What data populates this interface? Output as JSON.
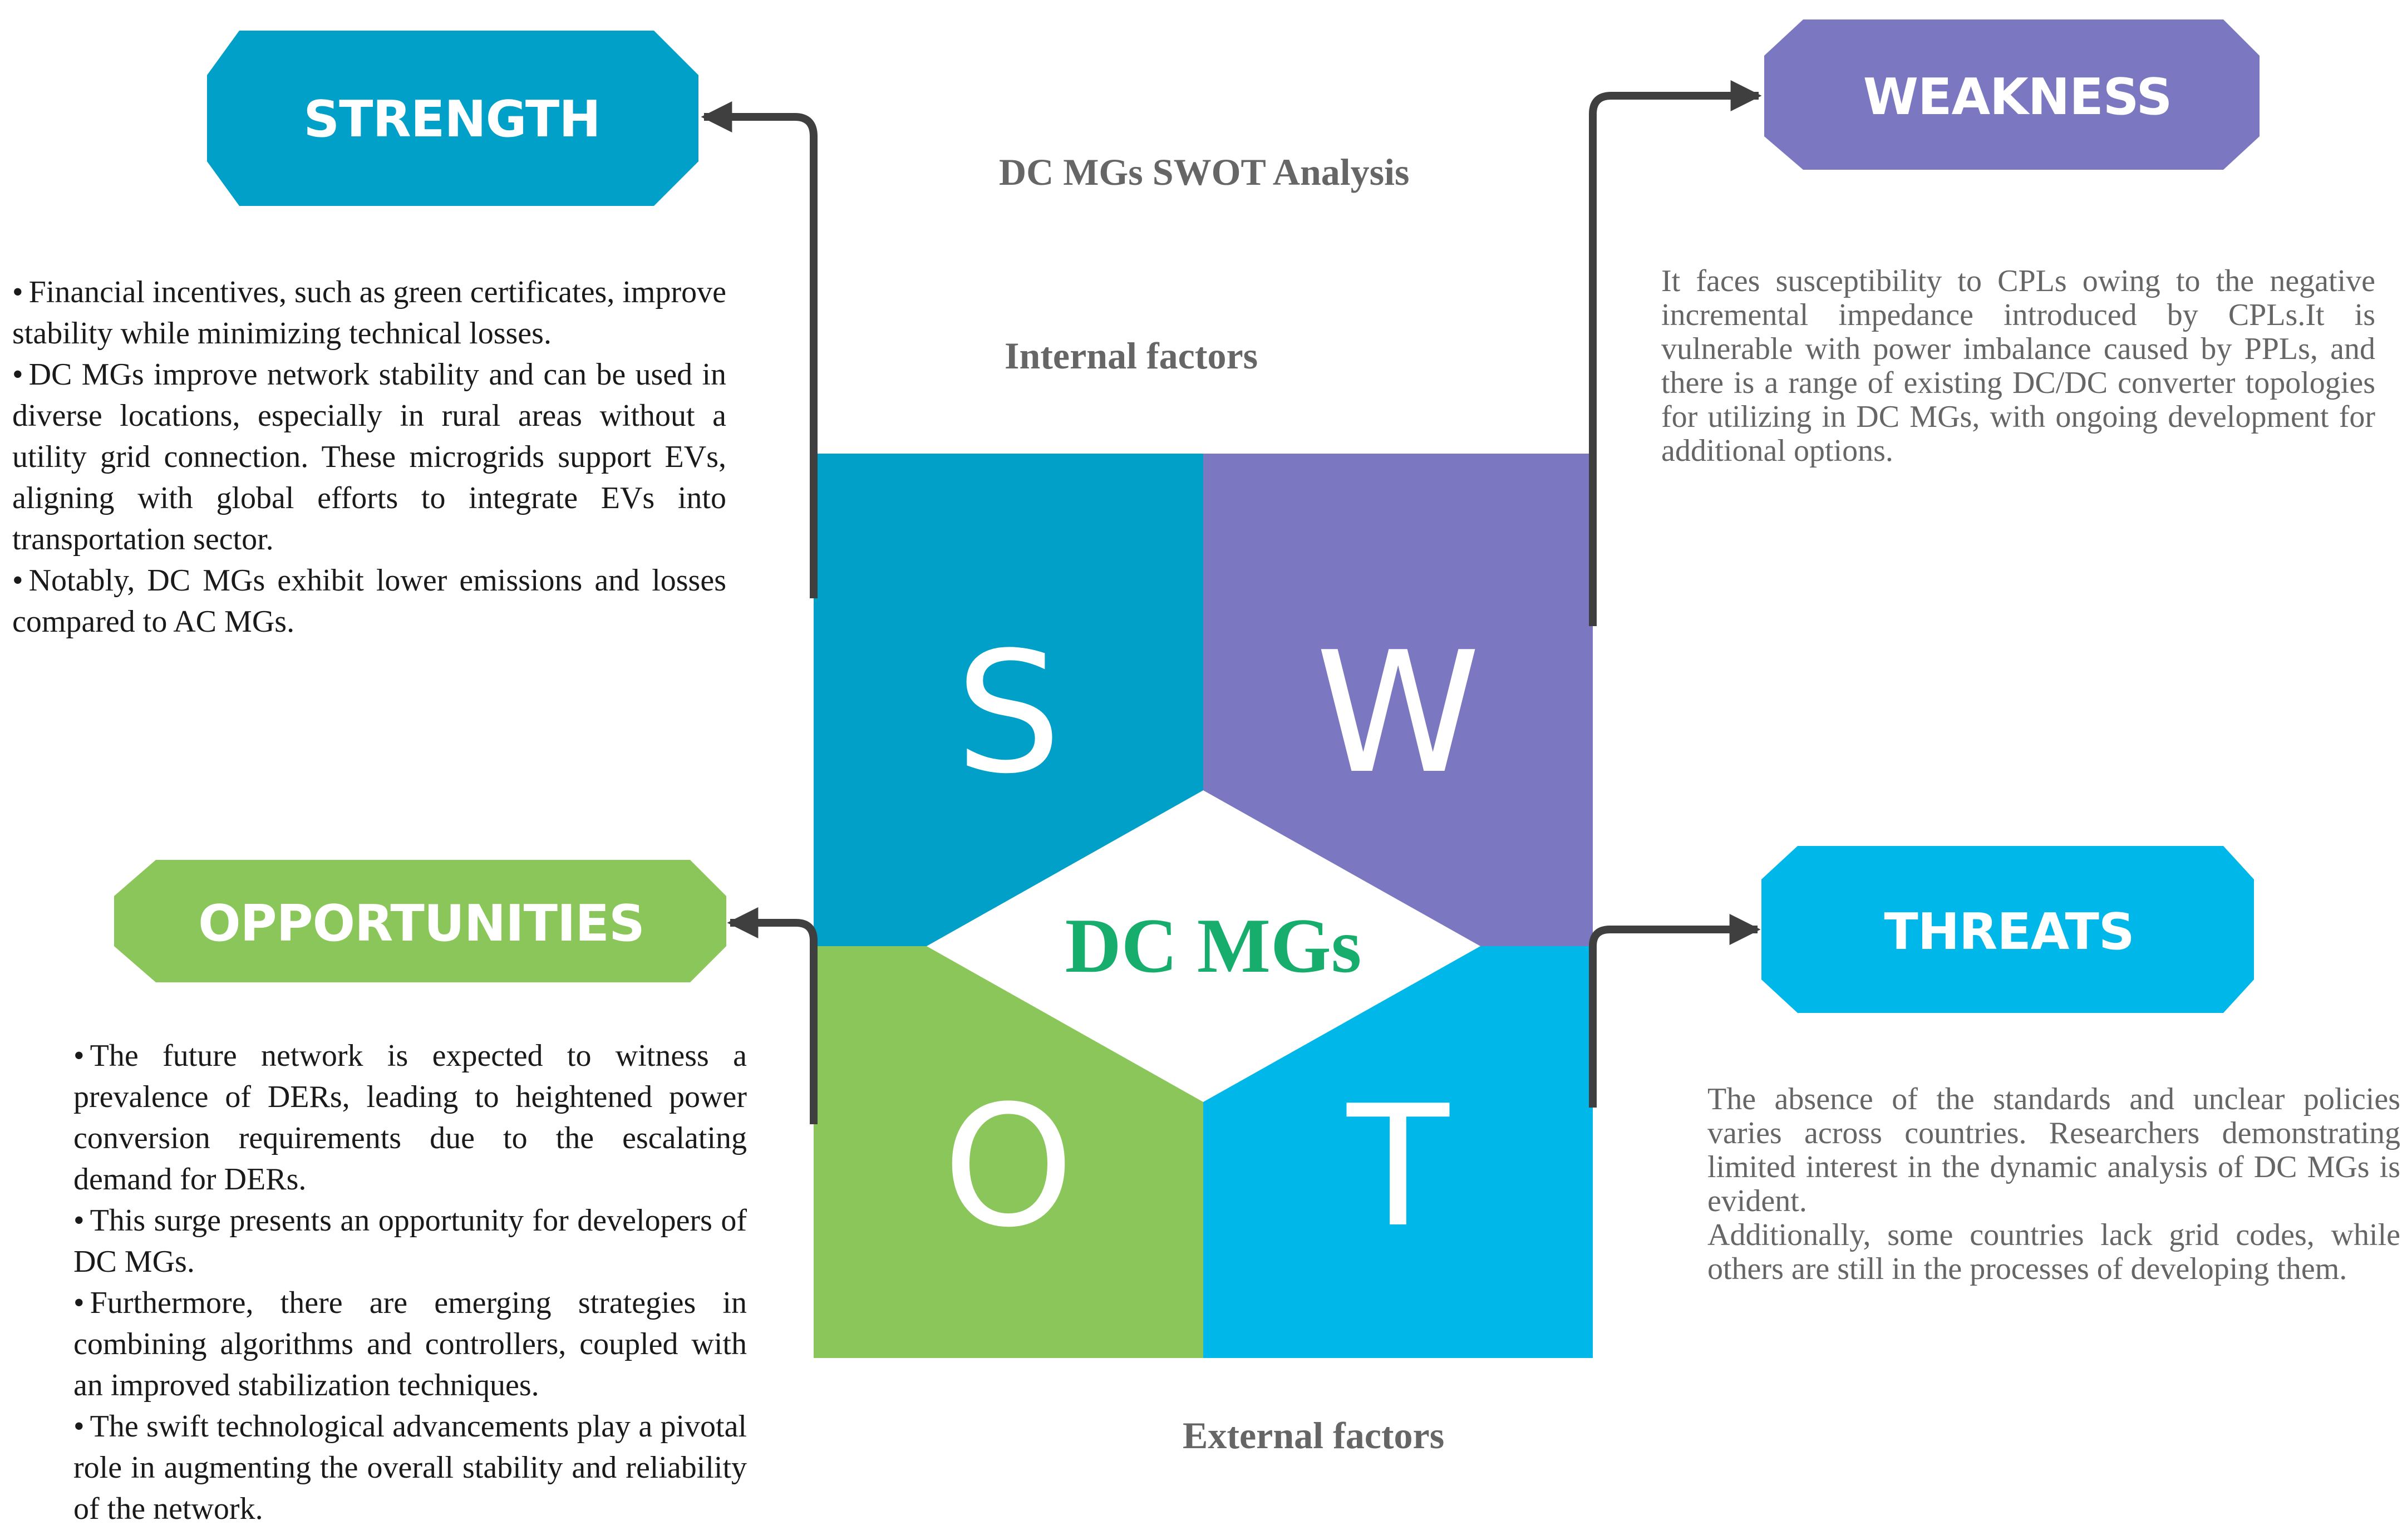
{
  "title": "DC MGs SWOT Analysis",
  "internal_label": "Internal factors",
  "external_label": "External factors",
  "center_label": "DC MGs",
  "colors": {
    "strength": "#00a0c8",
    "weakness": "#7b78c1",
    "opportunities": "#8bc65a",
    "threats": "#00b7ea",
    "center_text": "#17ad6c",
    "arrow": "#3f3f3f"
  },
  "quadrants": {
    "s": "S",
    "w": "W",
    "o": "O",
    "t": "T"
  },
  "strength": {
    "title": "STRENGTH",
    "bullet": "•",
    "points": [
      "Financial incentives, such as green certificates, improve stability while minimizing technical losses.",
      "DC MGs improve network stability and can be used in diverse locations, especially in rural areas without a utility grid connection. These microgrids support EVs, aligning with global efforts to integrate EVs into transportation sector.",
      "Notably, DC MGs exhibit lower emissions and losses compared to AC MGs."
    ]
  },
  "weakness": {
    "title": "WEAKNESS",
    "text": "It faces susceptibility to CPLs owing to the negative incremental impedance introduced by CPLs.It is vulnerable with power imbalance caused by PPLs, and there is a range of existing DC/DC converter topologies for utilizing in DC MGs, with ongoing development for additional options."
  },
  "opportunities": {
    "title": "OPPORTUNITIES",
    "bullet": "•",
    "points": [
      "The future network is expected to witness a prevalence of DERs, leading to heightened power conversion requirements due to the escalating demand for DERs.",
      "This surge presents an opportunity for developers of DC MGs.",
      "Furthermore, there are emerging strategies in combining algorithms and controllers, coupled with an improved stabilization techniques.",
      "The swift technological advancements play a pivotal role in augmenting the overall stability and reliability of the network."
    ]
  },
  "threats": {
    "title": "THREATS",
    "paragraphs": [
      "The absence of the standards and unclear policies varies across countries. Researchers demonstrating limited interest in the dynamic analysis of DC MGs is evident.",
      "Additionally, some countries lack grid codes, while others are still in the processes of developing them."
    ]
  }
}
